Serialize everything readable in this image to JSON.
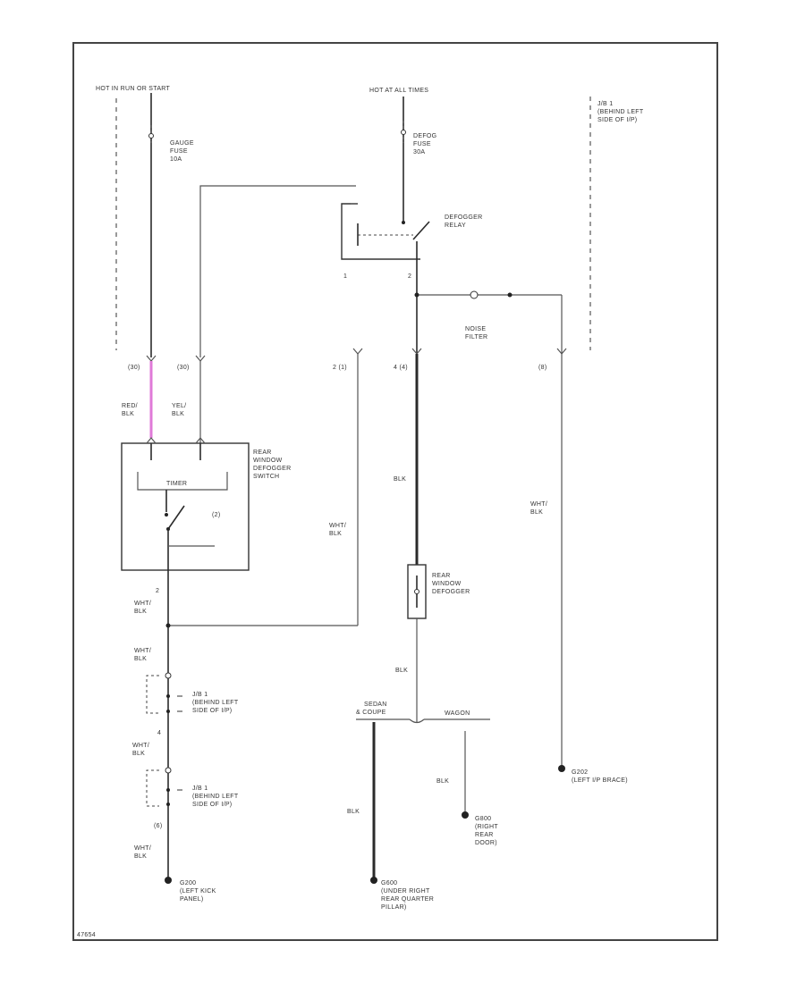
{
  "labels": {
    "hot_run_start": "HOT IN RUN OR START",
    "gauge_fuse": [
      "GAUGE",
      "FUSE",
      "10A"
    ],
    "hot_at_all_times": "HOT AT ALL TIMES",
    "defog_fuse": [
      "DEFOG",
      "FUSE",
      "30A"
    ],
    "jb1_top": [
      "J/B 1",
      "(BEHIND LEFT",
      "SIDE OF I/P)"
    ],
    "defogger_relay": [
      "DEFOGGER",
      "RELAY"
    ],
    "relay_pin_left": "1",
    "relay_pin_right": "2",
    "noise_filter": [
      "NOISE",
      "FILTER"
    ],
    "pin_sw_left": "(30)",
    "pin_sw_right": "(30)",
    "pin_mid_left": "2 (1)",
    "pin_mid": "4 (4)",
    "pin_right": "(8)",
    "wire_red_blk": [
      "RED/",
      "BLK"
    ],
    "wire_yel_blk": [
      "YEL/",
      "BLK"
    ],
    "switch_title": [
      "REAR",
      "WINDOW",
      "DEFOGGER",
      "SWITCH"
    ],
    "timer_label": "TIMER",
    "switch_pin": "(2)",
    "wht_blk_mid": [
      "WHT/",
      "BLK"
    ],
    "blk_mid": "BLK",
    "wht_blk_right": [
      "WHT/",
      "BLK"
    ],
    "defogger_element": [
      "REAR",
      "WINDOW",
      "DEFOGGER"
    ],
    "pin_below_switch": "2",
    "wht_blk_1": [
      "WHT/",
      "BLK"
    ],
    "wht_blk_2": [
      "WHT/",
      "BLK"
    ],
    "jb1_lower_a": [
      "J/B 1",
      "(BEHIND LEFT",
      "SIDE OF I/P)"
    ],
    "pin_small_4": "4",
    "wht_blk_3": [
      "WHT/",
      "BLK"
    ],
    "jb1_lower_b": [
      "J/B 1",
      "(BEHIND LEFT",
      "SIDE OF I/P)"
    ],
    "pin_small_6": "(6)",
    "wht_blk_4": [
      "WHT/",
      "BLK"
    ],
    "blk_lower": "BLK",
    "sedan_coupe": [
      "SEDAN",
      "& COUPE"
    ],
    "wagon": "WAGON",
    "blk_ground_left": "BLK",
    "blk_ground_right": "BLK",
    "g_left": [
      "G200",
      "(LEFT KICK",
      "PANEL)"
    ],
    "g_mid_left": [
      "G600",
      "(UNDER RIGHT",
      "REAR QUARTER",
      "PILLAR)"
    ],
    "g_mid_right": [
      "G800",
      "(RIGHT",
      "REAR",
      "DOOR)"
    ],
    "g_right": [
      "G202",
      "(LEFT I/P BRACE)"
    ],
    "footer": "47654"
  },
  "colors": {
    "wire": "#2b2b2b",
    "red_blk_wire": "#e07ad8"
  },
  "icons": {
    "ground": "ground-point-icon",
    "switch": "switch-contact-icon",
    "fuse": "fuse-icon"
  }
}
